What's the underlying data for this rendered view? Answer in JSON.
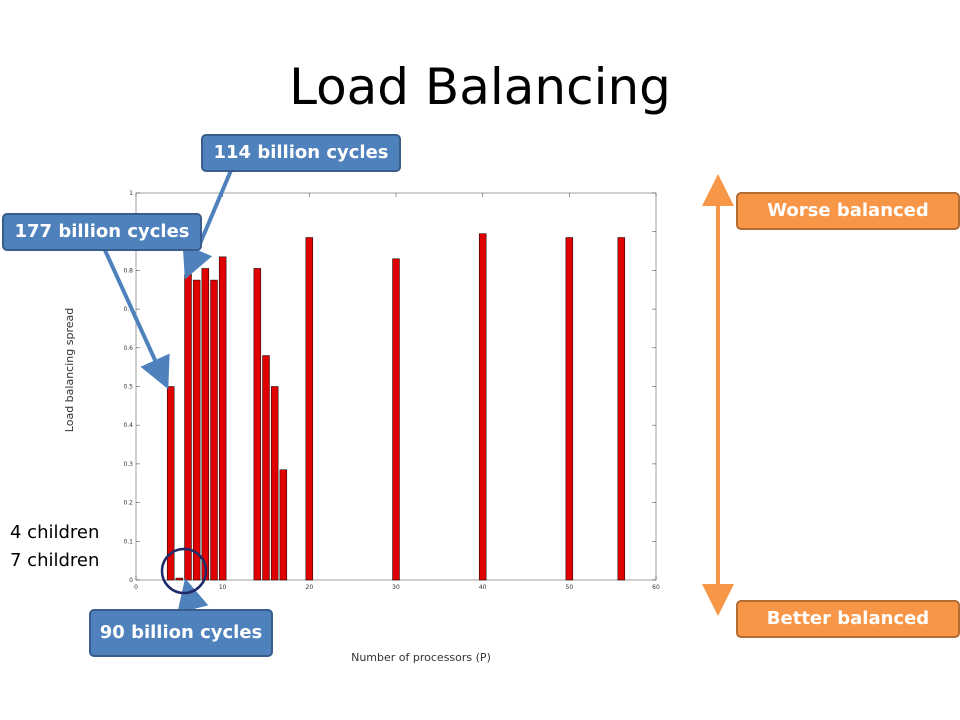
{
  "slide": {
    "title": "Load Balancing"
  },
  "callouts": {
    "c114": "114 billion cycles",
    "c177": "177 billion cycles",
    "c90": "90 billion cycles",
    "worse": "Worse balanced",
    "better": "Better balanced"
  },
  "labels": {
    "children4": "4 children",
    "children7": "7 children"
  },
  "colors": {
    "bar": "#e00000",
    "callout_blue": "#4f81bd",
    "callout_orange": "#f79646",
    "arrow_blue": "#4f81bd",
    "arrow_orange": "#f79646",
    "circle": "#1f2a6b"
  },
  "chart_data": {
    "type": "bar",
    "xlabel": "Number of processors (P)",
    "ylabel": "Load balancing spread",
    "xlim": [
      0,
      60
    ],
    "ylim": [
      0,
      1
    ],
    "x_ticks": [
      0,
      10,
      20,
      30,
      40,
      50,
      60
    ],
    "y_ticks": [
      0,
      0.1,
      0.2,
      0.3,
      0.4,
      0.5,
      0.6,
      0.7,
      0.8,
      0.9,
      1
    ],
    "x_tick_labels": [
      "0",
      "10",
      "20",
      "30",
      "40",
      "50",
      "60"
    ],
    "y_tick_labels": [
      "0",
      "0.1",
      "0.2",
      "0.3",
      "0.4",
      "0.5",
      "0.6",
      "0.7",
      "0.8",
      "0.9",
      "1"
    ],
    "x": [
      4,
      5,
      6,
      7,
      8,
      9,
      10,
      14,
      15,
      16,
      17,
      20,
      30,
      40,
      50,
      56
    ],
    "values": [
      0.5,
      0.005,
      0.79,
      0.775,
      0.805,
      0.775,
      0.835,
      0.805,
      0.58,
      0.5,
      0.285,
      0.885,
      0.83,
      0.895,
      0.885,
      0.885
    ],
    "grid": false
  }
}
